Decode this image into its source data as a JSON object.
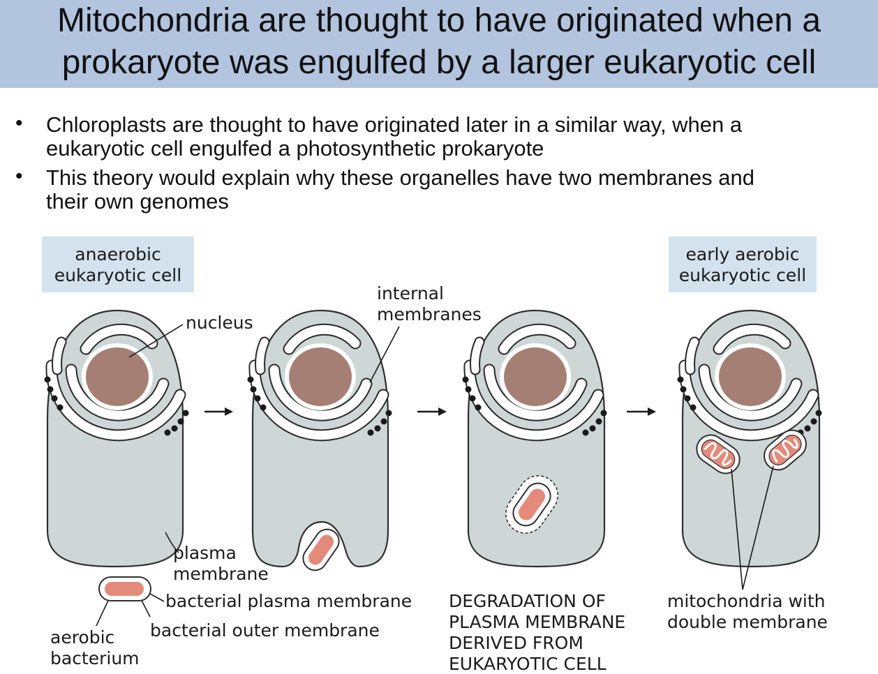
{
  "title": {
    "line1": "Mitochondria are thought to have originated when a",
    "line2": "prokaryote was engulfed by a larger eukaryotic cell"
  },
  "bullets": [
    {
      "symbol": "•",
      "line1": "Chloroplasts are thought to have originated later in a similar way, when a",
      "line2": "eukaryotic cell engulfed a photosynthetic prokaryote"
    },
    {
      "symbol": "•",
      "line1": "This theory would explain why these organelles have two membranes and",
      "line2": "their own genomes"
    }
  ],
  "diagram": {
    "box_left": {
      "line1": "anaerobic",
      "line2": "eukaryotic cell"
    },
    "box_right": {
      "line1": "early aerobic",
      "line2": "eukaryotic cell"
    },
    "label_nucleus": "nucleus",
    "label_internal": {
      "line1": "internal",
      "line2": "membranes"
    },
    "label_plasma": {
      "line1": "plasma",
      "line2": "membrane"
    },
    "label_bact_plasma": "bacterial plasma membrane",
    "label_bact_outer": "bacterial outer membrane",
    "label_aerobic": {
      "line1": "aerobic",
      "line2": "bacterium"
    },
    "label_degradation": {
      "line1": "DEGRADATION OF",
      "line2": "PLASMA MEMBRANE",
      "line3": "DERIVED FROM",
      "line4": "EUKARYOTIC CELL"
    },
    "label_mito": {
      "line1": "mitochondria with",
      "line2": "double membrane"
    },
    "arrow_glyph": "→",
    "colors": {
      "title_bg": "#b2c4de",
      "cell_fill": "#ced6d6",
      "nucleus_fill": "#a57f74",
      "bacterium_fill": "#e48a7b",
      "label_box_bg": "#d3e2ec"
    }
  }
}
